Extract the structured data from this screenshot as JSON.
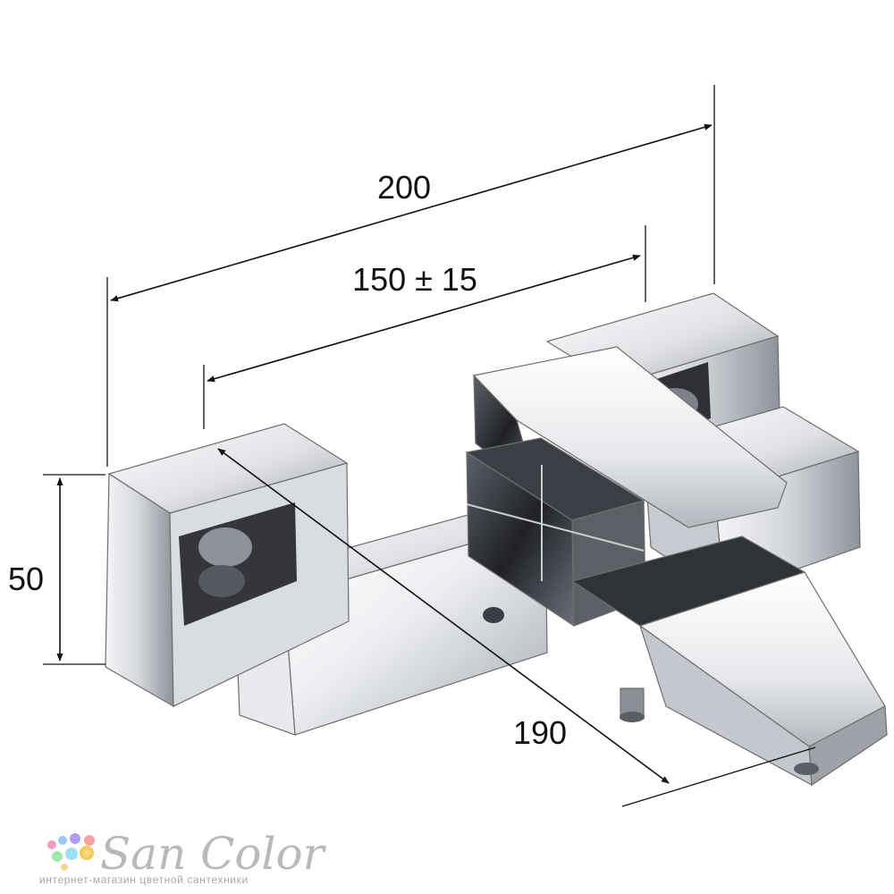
{
  "dimensions": {
    "overall_width": "200",
    "inlet_spacing": "150 ± 15",
    "depth": "190",
    "height": "50"
  },
  "branding": {
    "logo": "San Color",
    "tagline": "интернет-магазин цветной сантехники"
  },
  "colors": {
    "line": "#111111",
    "chrome_light": "#f2f3f5",
    "chrome_mid": "#b9bcc2",
    "chrome_dark": "#2a2c31",
    "logo": "#b9b9b9"
  }
}
